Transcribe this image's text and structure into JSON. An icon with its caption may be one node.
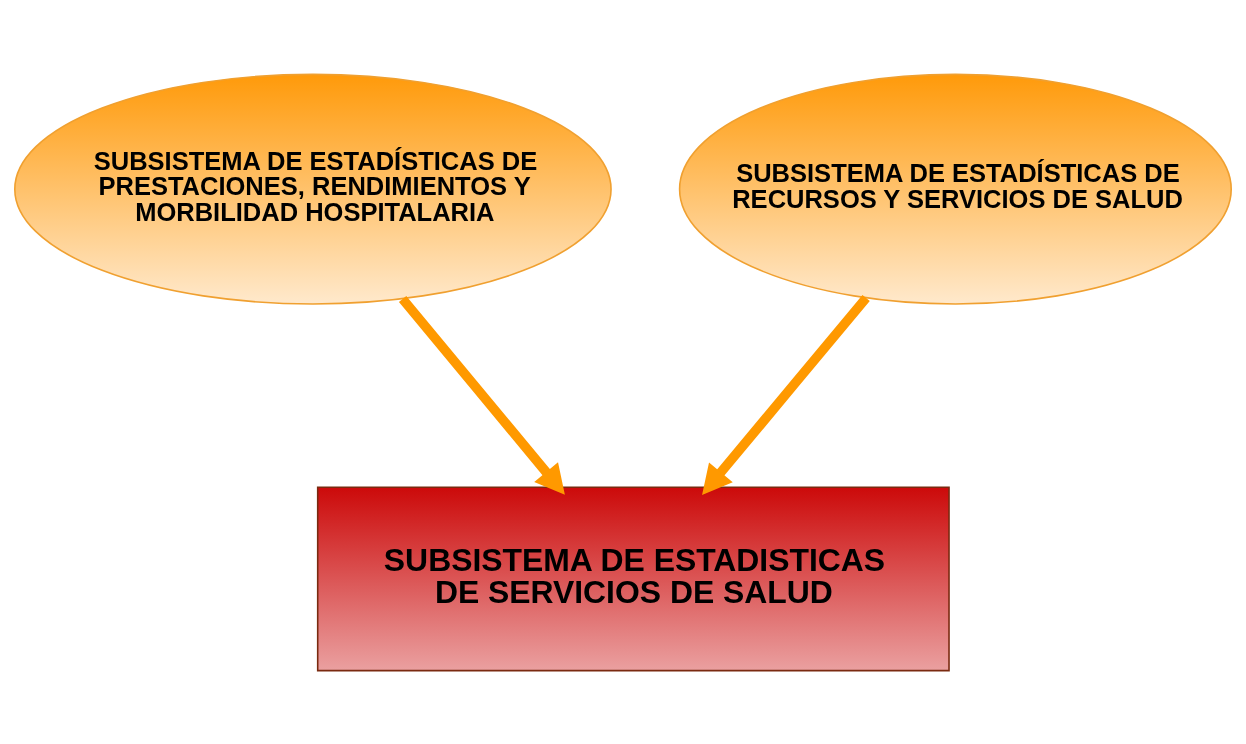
{
  "diagram": {
    "nodes": [
      {
        "text": [
          "SUBSISTEMA DE ESTADÍSTICAS DE PRESTACIONES, RENDIMIENTOS Y MORBILIDAD HOSPITALARIA"
        ]
      },
      {
        "text": [
          "SUBSISTEMA DE ESTADÍSTICAS DE RECURSOS Y SERVICIOS DE SALUD"
        ]
      },
      {
        "text": [
          "SUBSISTEMA DE ESTADISTICAS DE SERVICIOS DE SALUD"
        ]
      }
    ],
    "edges": [
      {
        "from": 0,
        "to": 2,
        "arrow": "to"
      },
      {
        "from": 1,
        "to": 2,
        "arrow": "to"
      }
    ]
  }
}
